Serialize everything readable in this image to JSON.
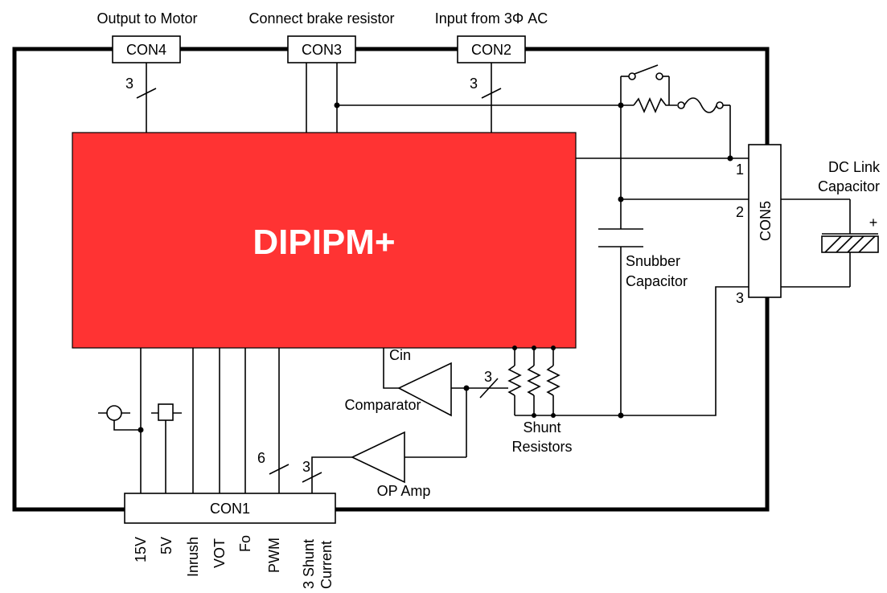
{
  "headings": {
    "output_motor": "Output to Motor",
    "brake_resistor": "Connect brake resistor",
    "input_ac": "Input from 3Φ AC"
  },
  "colors": {
    "output_motor": "#1a1acc",
    "brake_resistor": "#2e9e62",
    "input_ac": "#ee1c24",
    "module_fill": "#ff3333"
  },
  "connectors": {
    "con4": "CON4",
    "con3": "CON3",
    "con2": "CON2",
    "con1": "CON1",
    "con5": "CON5"
  },
  "module": {
    "label": "DIPIPM+"
  },
  "wire_counts": {
    "con4": "3",
    "con2": "3",
    "shunt": "3",
    "pwm": "6",
    "shunt_current": "3"
  },
  "con5_pins": [
    "1",
    "2",
    "3"
  ],
  "labels": {
    "cin": "Cin",
    "comparator": "Comparator",
    "op_amp": "OP Amp",
    "shunt_line1": "Shunt",
    "shunt_line2": "Resistors",
    "snubber_line1": "Snubber",
    "snubber_line2": "Capacitor",
    "dc_link_line1": "DC Link",
    "dc_link_line2": "Capacitor",
    "plus": "+"
  },
  "con1_pins": [
    {
      "line1": "15V",
      "line2": ""
    },
    {
      "line1": "5V",
      "line2": ""
    },
    {
      "line1": "Inrush",
      "line2": ""
    },
    {
      "line1": "VOT",
      "line2": ""
    },
    {
      "line1": "Fo",
      "line2": ""
    },
    {
      "line1": "PWM",
      "line2": ""
    },
    {
      "line1": "3 Shunt",
      "line2": "Current"
    }
  ]
}
